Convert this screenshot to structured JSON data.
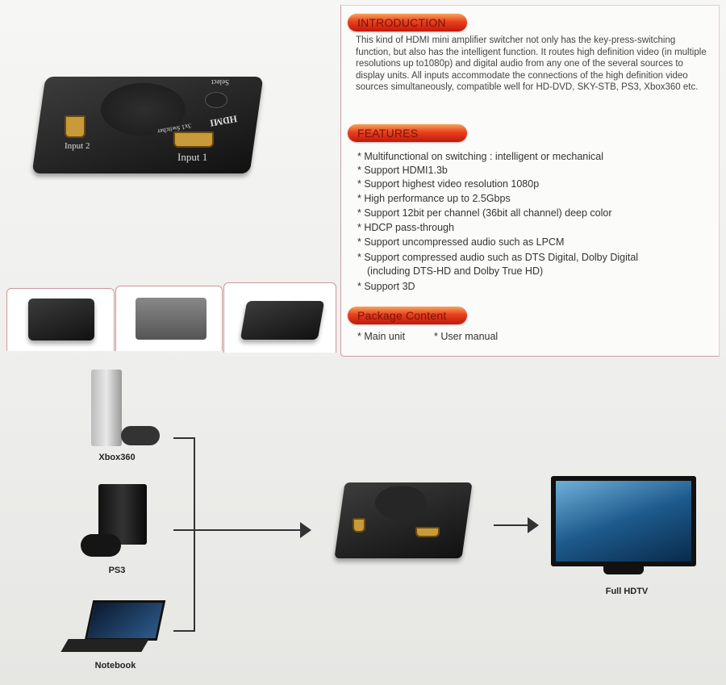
{
  "introduction": {
    "heading": "INTRODUCTION",
    "text": "This kind of HDMI mini amplifier switcher not only has the key-press-switching function, but also has the intelligent function. It routes high definition video (in multiple resolutions up to1080p) and digital audio from any one of the several sources to display units. All inputs accommodate the connections of the high definition video sources simultaneously, compatible well for HD-DVD, SKY-STB, PS3, Xbox360 etc."
  },
  "features": {
    "heading": "FEATURES",
    "items": [
      "* Multifunctional on switching : intelligent or mechanical",
      "* Support HDMI1.3b",
      "* Support highest video resolution 1080p",
      "* High performance up to 2.5Gbps",
      "* Support 12bit per channel (36bit all channel) deep color",
      "* HDCP pass-through",
      "* Support uncompressed audio such as LPCM",
      "* Support compressed audio such as DTS Digital, Dolby Digital",
      "(including  DTS-HD and Dolby  True HD)",
      "* Support 3D"
    ]
  },
  "package": {
    "heading": "Package Content",
    "items": [
      "* Main unit",
      "* User manual"
    ]
  },
  "product": {
    "select": "Select",
    "brand": "HDMI",
    "model": "3x1 Switcher",
    "input1": "Input 1",
    "input2": "Input 2"
  },
  "diagram": {
    "sources": [
      "Xbox360",
      "PS3",
      "Notebook"
    ],
    "display": "Full HDTV"
  }
}
